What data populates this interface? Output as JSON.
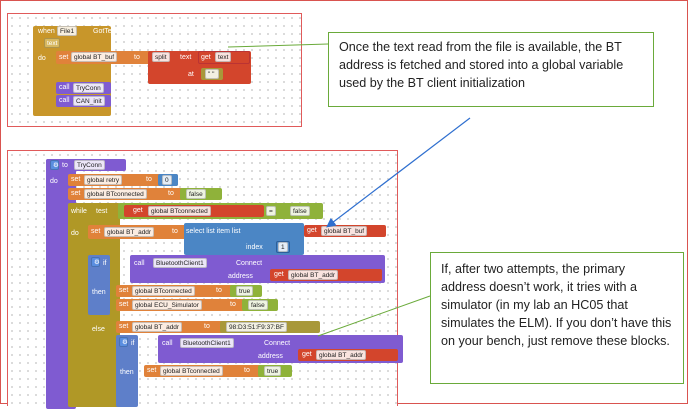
{
  "colors": {
    "procedure": "#7f5bd1",
    "event": "#c8962a",
    "set_block": "#e0823a",
    "get_block": "#d3452c",
    "text_block": "#a8983a",
    "logic_block": "#8fb23a",
    "list_block": "#4b86c5",
    "frame_border": "#d9534f",
    "note_border": "#6aaa3a",
    "arrow": "#2f6fcf"
  },
  "workspace1": {
    "when": "when",
    "component": "File1",
    "event": "GotText",
    "param": "text",
    "do": "do",
    "set": "set",
    "var_bt_buf": "global BT_buf",
    "to": "to",
    "split": "split",
    "text_label": "text",
    "get": "get",
    "get_text": "text",
    "at": "at",
    "at_value": "\" \"",
    "call": "call",
    "try_conn": "TryConn",
    "can_init": "CAN_init"
  },
  "workspace2": {
    "to": "to",
    "proc_name": "TryConn",
    "do": "do",
    "set": "set",
    "var_retry": "global retry",
    "to_kw": "to",
    "retry_value": "0",
    "var_btconnected": "global BTconnected",
    "false1": "false",
    "while": "while",
    "test": "test",
    "get": "get",
    "eq": "=",
    "false2": "false",
    "var_bt_addr": "global BT_addr",
    "select_list": "select list item  list",
    "index": "index",
    "index_value": "1",
    "bt_buf": "global BT_buf",
    "if": "if",
    "then": "then",
    "else": "else",
    "call": "call",
    "bt_client": "BluetoothClient1",
    "connect": "Connect",
    "address": "address",
    "true1": "true",
    "var_ecu_sim": "global ECU_Simulator",
    "false3": "false",
    "mac": "98:D3:51:F9:37:BF",
    "true2": "true"
  },
  "notes": {
    "note1": "Once the text read from the file is available, the BT address is fetched and stored into a global variable used by the BT client initialization",
    "note2": "If, after two attempts, the primary address doesn’t work, it tries with a simulator (in my lab an HC05 that simulates the ELM). If you don’t have this on your bench, just remove these blocks."
  }
}
